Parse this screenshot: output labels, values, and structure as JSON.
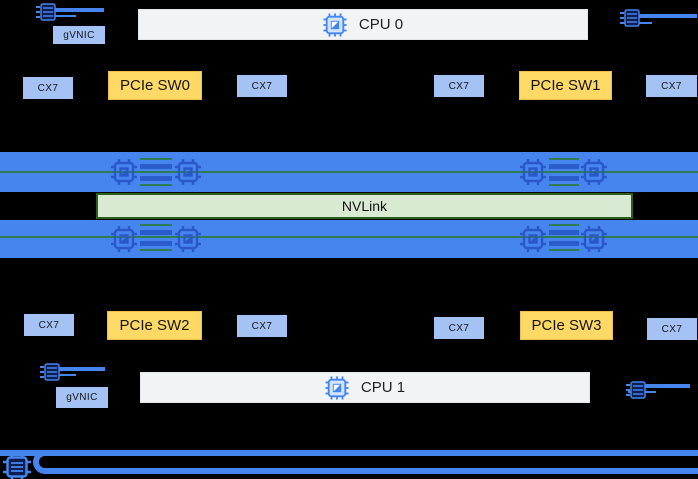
{
  "title": "GPU server topology diagram",
  "colors": {
    "background": "#000000",
    "band_blue": "#4684ee",
    "nic_blue": "#a4c2f4",
    "switch_yellow": "#ffd966",
    "cpu_gray": "#f1f3f4",
    "nvlink_green_fill": "#d9ead3",
    "nvlink_green_border": "#2d5c1e",
    "link_green": "#2e7d52",
    "chip_blue": "#4285f4"
  },
  "labels": {
    "cpu0": "CPU 0",
    "cpu1": "CPU 1",
    "nvlink": "NVLink",
    "cx7": "CX7",
    "gvnic": "gVNIC",
    "pcie_sw": [
      "PCIe SW0",
      "PCIe SW1",
      "PCIe SW2",
      "PCIe SW3"
    ]
  },
  "icons": {
    "cpu": "cpu-chip-icon",
    "gpu": "gpu-chip-icon",
    "nic_uplink": "network-switch-icon",
    "rail_chip": "network-chip-icon"
  },
  "structure": {
    "gpu_bands": 2,
    "gpu_icons_per_band": 4,
    "cx7_count": 8,
    "pcie_switch_count": 4,
    "gvnic_count": 2,
    "network_uplinks": 4
  }
}
